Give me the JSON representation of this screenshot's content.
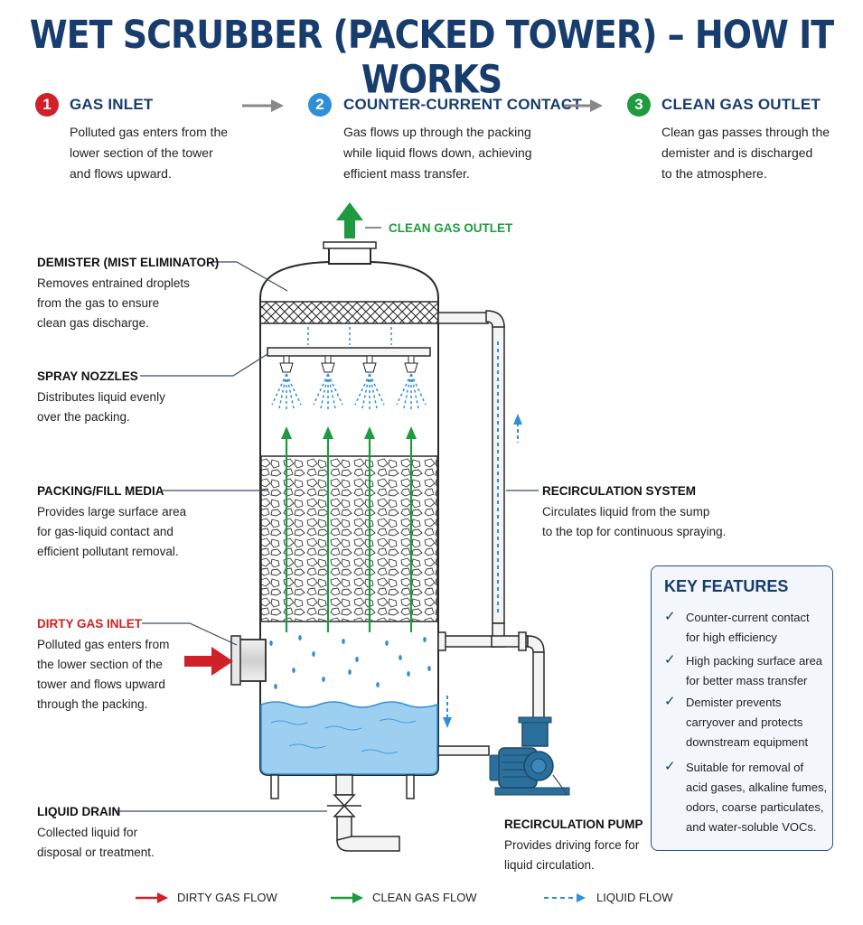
{
  "title": "WET SCRUBBER (PACKED TOWER) – HOW IT WORKS",
  "steps": [
    {
      "number": "1",
      "title": "GAS INLET",
      "lines": [
        "Polluted gas enters from the",
        "lower section of the tower",
        "and flows upward."
      ],
      "color": "#d0202a"
    },
    {
      "number": "2",
      "title": "COUNTER-CURRENT CONTACT",
      "lines": [
        "Gas flows up through the packing",
        "while liquid flows down, achieving",
        "efficient mass transfer."
      ],
      "color": "#2f8fd8"
    },
    {
      "number": "3",
      "title": "CLEAN GAS OUTLET",
      "lines": [
        "Clean gas passes through the",
        "demister and is discharged",
        "to the atmosphere."
      ],
      "color": "#1f9a3f"
    }
  ],
  "labels": {
    "clean_gas_outlet": "CLEAN GAS OUTLET",
    "demister": {
      "title": "DEMISTER (MIST ELIMINATOR)",
      "lines": [
        "Removes entrained droplets",
        "from the gas to ensure",
        "clean gas discharge."
      ]
    },
    "spray_nozzles": {
      "title": "SPRAY NOZZLES",
      "lines": [
        "Distributes liquid evenly",
        "over the packing."
      ]
    },
    "packing": {
      "title": "PACKING/FILL MEDIA",
      "lines": [
        "Provides large surface area",
        "for gas-liquid contact and",
        "efficient pollutant removal."
      ]
    },
    "dirty_gas_inlet": {
      "title": "DIRTY GAS INLET",
      "lines": [
        "Polluted gas enters from",
        "the lower section of the",
        "tower and flows upward",
        "through the packing."
      ]
    },
    "liquid_drain": {
      "title": "LIQUID DRAIN",
      "lines": [
        "Collected liquid for",
        "disposal or treatment."
      ]
    },
    "recirculation_system": {
      "title": "RECIRCULATION SYSTEM",
      "lines": [
        "Circulates liquid from the sump",
        "to the top for continuous spraying."
      ]
    },
    "recirculation_pump": {
      "title": "RECIRCULATION PUMP",
      "lines": [
        "Provides driving force for",
        "liquid circulation."
      ]
    }
  },
  "key_features": {
    "title": "KEY FEATURES",
    "items": [
      [
        "Counter-current contact",
        "for high efficiency"
      ],
      [
        "High packing surface area",
        "for better mass transfer"
      ],
      [
        "Demister prevents",
        "carryover and protects",
        "downstream equipment"
      ],
      [
        "Suitable for removal of",
        "acid gases, alkaline fumes,",
        "odors, coarse particulates,",
        "and water-soluble VOCs."
      ]
    ],
    "check_glyph": "✓"
  },
  "legend": [
    {
      "label": "DIRTY GAS FLOW",
      "color": "#d0202a",
      "style": "solid"
    },
    {
      "label": "CLEAN GAS FLOW",
      "color": "#1f9a3f",
      "style": "solid"
    },
    {
      "label": "LIQUID FLOW",
      "color": "#2f8fd8",
      "style": "dashed"
    }
  ],
  "colors": {
    "navy": "#173c6e",
    "water": "#9dcff0",
    "liquid": "#2f8fd8",
    "clean_gas": "#1f9a3f",
    "dirty_gas": "#d0202a",
    "pump": "#2b6f9c"
  }
}
